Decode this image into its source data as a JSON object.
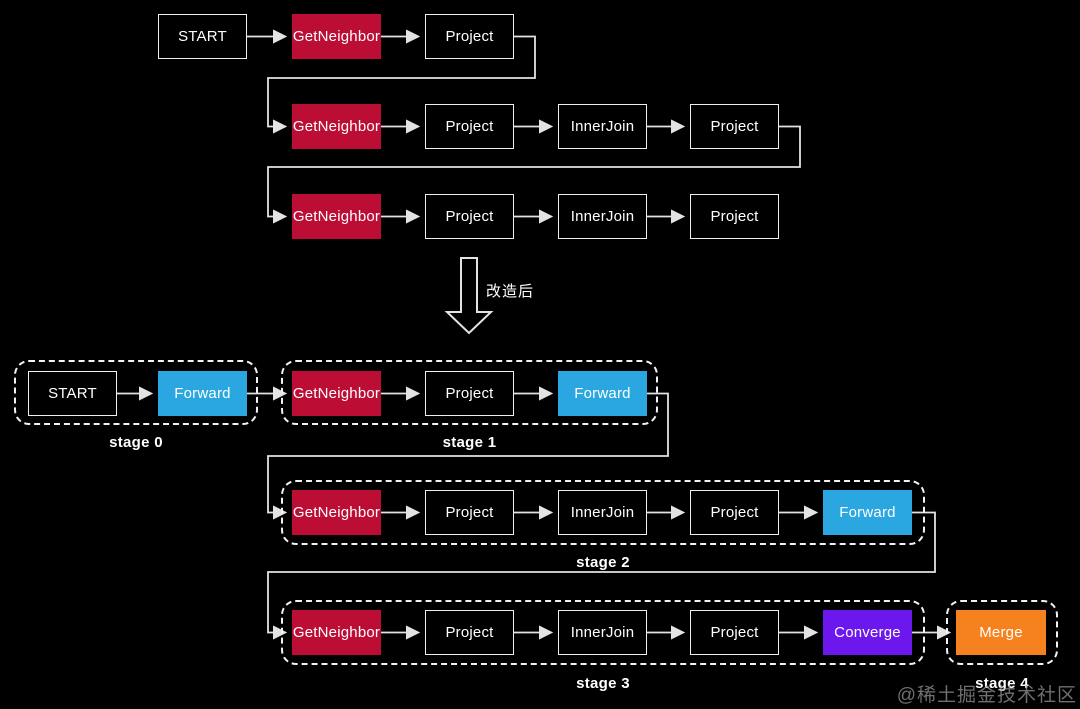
{
  "transform_label": "改造后",
  "watermark": "@稀土掘金技术社区",
  "colors": {
    "red": "#BC0D35",
    "blue": "#2AA7E1",
    "purple": "#6C17EE",
    "orange": "#F5821F",
    "line": "#E3E3E3",
    "node_border": "#EFEFEF",
    "stage_border": "#F2F2F2",
    "text": "#FFFFFF",
    "watermark_color": "#9A9A9A"
  },
  "before": {
    "row1": [
      {
        "label": "START",
        "type": "plain"
      },
      {
        "label": "GetNeighbor",
        "type": "red"
      },
      {
        "label": "Project",
        "type": "plain"
      }
    ],
    "row2": [
      {
        "label": "GetNeighbor",
        "type": "red"
      },
      {
        "label": "Project",
        "type": "plain"
      },
      {
        "label": "InnerJoin",
        "type": "plain"
      },
      {
        "label": "Project",
        "type": "plain"
      }
    ],
    "row3": [
      {
        "label": "GetNeighbor",
        "type": "red"
      },
      {
        "label": "Project",
        "type": "plain"
      },
      {
        "label": "InnerJoin",
        "type": "plain"
      },
      {
        "label": "Project",
        "type": "plain"
      }
    ]
  },
  "after": {
    "stages": [
      {
        "name": "stage 0",
        "nodes": [
          {
            "label": "START",
            "type": "plain"
          },
          {
            "label": "Forward",
            "type": "blue"
          }
        ]
      },
      {
        "name": "stage 1",
        "nodes": [
          {
            "label": "GetNeighbor",
            "type": "red"
          },
          {
            "label": "Project",
            "type": "plain"
          },
          {
            "label": "Forward",
            "type": "blue"
          }
        ]
      },
      {
        "name": "stage 2",
        "nodes": [
          {
            "label": "GetNeighbor",
            "type": "red"
          },
          {
            "label": "Project",
            "type": "plain"
          },
          {
            "label": "InnerJoin",
            "type": "plain"
          },
          {
            "label": "Project",
            "type": "plain"
          },
          {
            "label": "Forward",
            "type": "blue"
          }
        ]
      },
      {
        "name": "stage 3",
        "nodes": [
          {
            "label": "GetNeighbor",
            "type": "red"
          },
          {
            "label": "Project",
            "type": "plain"
          },
          {
            "label": "InnerJoin",
            "type": "plain"
          },
          {
            "label": "Project",
            "type": "plain"
          },
          {
            "label": "Converge",
            "type": "purple"
          }
        ]
      },
      {
        "name": "stage 4",
        "nodes": [
          {
            "label": "Merge",
            "type": "orange"
          }
        ]
      }
    ]
  }
}
